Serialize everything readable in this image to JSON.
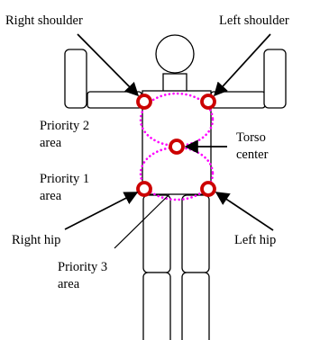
{
  "labels": {
    "right_shoulder": "Right shoulder",
    "left_shoulder": "Left shoulder",
    "priority_2": [
      "Priority 2",
      "area"
    ],
    "torso_center": [
      "Torso",
      "center"
    ],
    "priority_1": [
      "Priority 1",
      "area"
    ],
    "right_hip": "Right hip",
    "left_hip": "Left hip",
    "priority_3": [
      "Priority 3",
      "area"
    ]
  },
  "colors": {
    "outline": "#000000",
    "joint_marker": "#cc0000",
    "priority_area": "#ff00ff",
    "background": "#ffffff"
  }
}
